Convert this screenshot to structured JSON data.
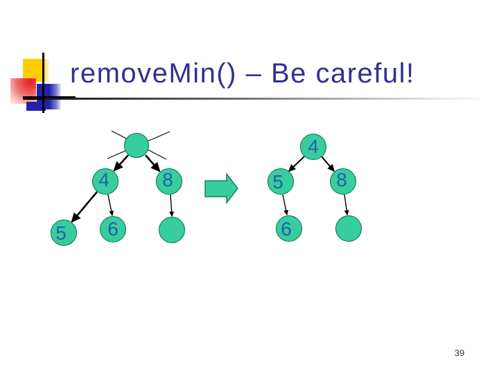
{
  "slide": {
    "title": "removeMin() – Be careful!",
    "page_number": "39"
  },
  "colors": {
    "title_text": "#31318F",
    "node_fill": "#37CD9E",
    "node_border": "#0A6A4F",
    "node_label": "#2161A8",
    "edge_color": "#000000",
    "accent_yellow": "#FFCC05",
    "accent_red": "#E21F1F",
    "accent_blue": "#2222A8",
    "page_number_color": "#3A3A3A"
  },
  "diagram": {
    "before_tree": {
      "name": "heap-before-removeMin",
      "nodes": [
        {
          "id": "root",
          "label": "",
          "crossed_out": true
        },
        {
          "id": "left-child",
          "label": "4"
        },
        {
          "id": "right-child",
          "label": "8"
        },
        {
          "id": "left-left-grandchild",
          "label": "5"
        },
        {
          "id": "left-right-grandchild",
          "label": "6"
        },
        {
          "id": "right-left-grandchild",
          "label": ""
        }
      ]
    },
    "after_tree": {
      "name": "heap-after-removeMin",
      "nodes": [
        {
          "id": "root",
          "label": "4"
        },
        {
          "id": "left-child",
          "label": "5"
        },
        {
          "id": "right-child",
          "label": "8"
        },
        {
          "id": "left-left-grandchild",
          "label": "6"
        },
        {
          "id": "right-left-grandchild",
          "label": ""
        }
      ]
    },
    "transform_arrow_icon": "right-block-arrow"
  }
}
